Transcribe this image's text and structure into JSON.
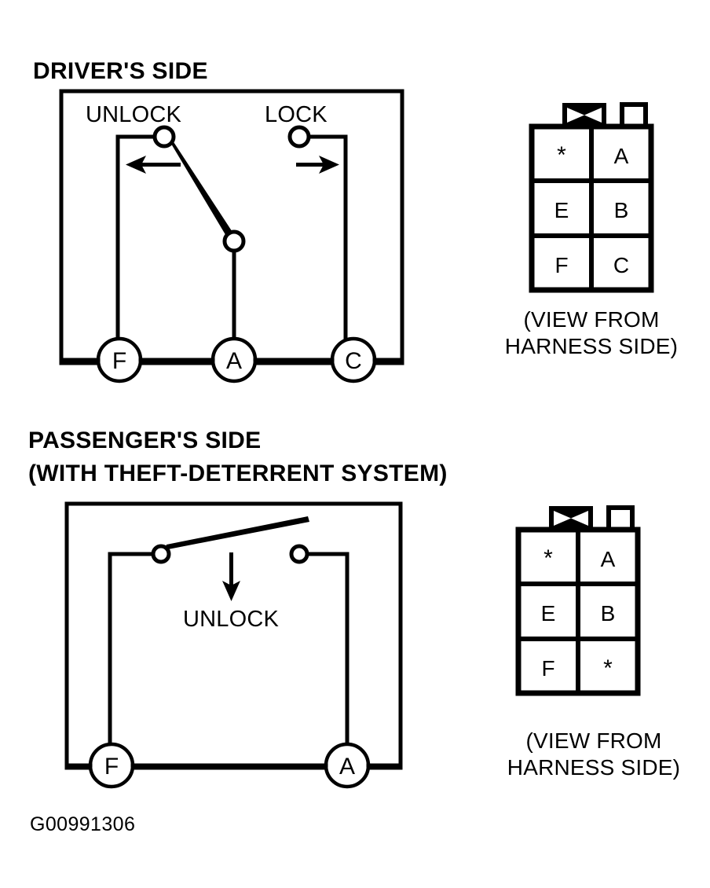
{
  "figure": {
    "code": "G00991306",
    "background_color": "#ffffff",
    "ink_color": "#000000"
  },
  "sections": [
    {
      "id": "drivers-side",
      "heading": "DRIVER'S SIDE",
      "subheading": "",
      "switch": {
        "contacts": [
          {
            "id": "unlock",
            "label": "UNLOCK"
          },
          {
            "id": "lock",
            "label": "LOCK"
          }
        ],
        "arrows": [
          {
            "id": "unlock-arrow",
            "direction": "left"
          },
          {
            "id": "lock-arrow",
            "direction": "right"
          }
        ],
        "terminals": [
          "F",
          "A",
          "C"
        ],
        "arm_state": "closed-to-unlock"
      },
      "connector": {
        "caption_line1": "(VIEW FROM",
        "caption_line2": "HARNESS SIDE)",
        "columns": 2,
        "rows": 3,
        "pins": [
          [
            "*",
            "A"
          ],
          [
            "E",
            "B"
          ],
          [
            "F",
            "C"
          ]
        ],
        "tabs": [
          "bowtie-tab",
          "square-tab"
        ]
      }
    },
    {
      "id": "passengers-side",
      "heading": "PASSENGER'S SIDE",
      "subheading": "(WITH THEFT-DETERRENT SYSTEM)",
      "switch": {
        "contacts": [
          {
            "id": "left-contact",
            "label": ""
          },
          {
            "id": "right-contact",
            "label": ""
          }
        ],
        "arrows": [
          {
            "id": "unlock-arrow",
            "direction": "down"
          }
        ],
        "action_label": "UNLOCK",
        "terminals": [
          "F",
          "A"
        ],
        "arm_state": "open"
      },
      "connector": {
        "caption_line1": "(VIEW FROM",
        "caption_line2": "HARNESS SIDE)",
        "columns": 2,
        "rows": 3,
        "pins": [
          [
            "*",
            "A"
          ],
          [
            "E",
            "B"
          ],
          [
            "F",
            "*"
          ]
        ],
        "tabs": [
          "bowtie-tab",
          "square-tab"
        ]
      }
    }
  ]
}
